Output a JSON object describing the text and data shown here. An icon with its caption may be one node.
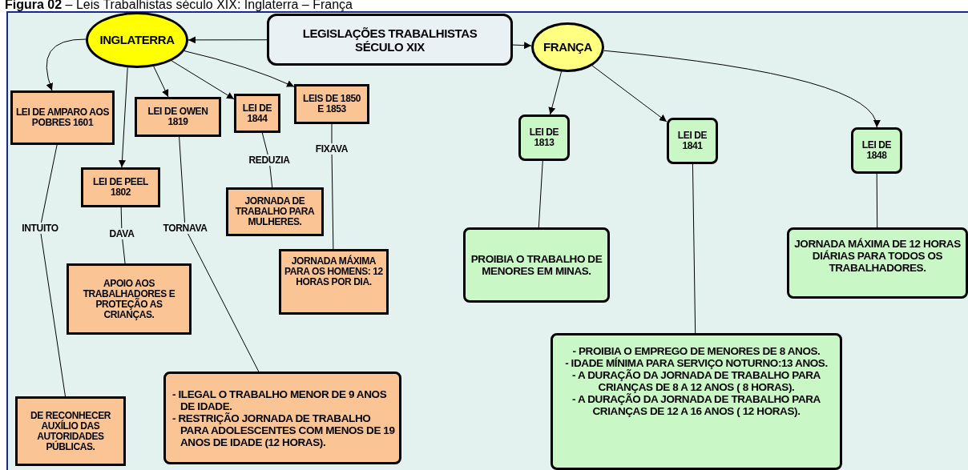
{
  "diagram": {
    "title": "**Figura 02** – Leis Trabalhistas século XIX: Inglaterra – França",
    "nodes": [
      {
        "text": [
          "LEGISLAÇÕES TRABALHISTAS SÉCULO XIX"
        ]
      },
      {
        "text": [
          "INGLATERRA"
        ]
      },
      {
        "text": [
          "FRANÇA"
        ]
      },
      {
        "text": [
          "LEI DE AMPARO AOS POBRES 1601"
        ]
      },
      {
        "text": [
          "LEI DE PEEL 1802"
        ]
      },
      {
        "text": [
          "LEI DE OWEN 1819"
        ]
      },
      {
        "text": [
          "LEI DE 1844"
        ]
      },
      {
        "text": [
          "LEIS DE 1850 E 1853"
        ]
      },
      {
        "text": [
          "JORNADA DE TRABALHO PARA MULHERES."
        ]
      },
      {
        "text": [
          "JORNADA MÁXIMA PARA OS HOMENS: 12 HORAS POR DIA."
        ]
      },
      {
        "text": [
          "APOIO AOS TRABALHADORES E PROTEÇÃO AS CRIANÇAS."
        ]
      },
      {
        "text": [
          "DE RECONHECER AUXÍLIO DAS AUTORIDADES PÚBLICAS."
        ]
      },
      {
        "text": [
          "- ILEGAL O TRABALHO MENOR DE 9 ANOS DE IDADE.",
          "- RESTRIÇÃO JORNADA DE TRABALHO PARA ADOLESCENTES COM MENOS DE 19 ANOS DE IDADE (12 HORAS)."
        ]
      },
      {
        "text": [
          "LEI DE 1813"
        ]
      },
      {
        "text": [
          "LEI DE 1841"
        ]
      },
      {
        "text": [
          "LEI DE 1848"
        ]
      },
      {
        "text": [
          "PROIBIA O TRABALHO DE MENORES EM MINAS."
        ]
      },
      {
        "text": [
          "- PROIBIA O EMPREGO DE MENORES DE 8 ANOS.",
          "- IDADE MÍNIMA PARA SERVIÇO NOTURNO:13 ANOS.",
          "- A DURAÇÃO DA JORNADA DE TRABALHO PARA CRIANÇAS DE 8 A 12 ANOS ( 8 HORAS).",
          "- A DURAÇÃO DA JORNADA DE TRABALHO PARA CRIANÇAS DE 12 A 16 ANOS ( 12 HORAS)."
        ]
      },
      {
        "text": [
          "JORNADA MÁXIMA DE 12 HORAS DIÁRIAS PARA TODOS OS TRABALHADORES."
        ]
      }
    ],
    "edges": [
      {
        "from": 0,
        "to": 1,
        "arrow": "to"
      },
      {
        "from": 0,
        "to": 2,
        "arrow": "to"
      },
      {
        "from": 1,
        "to": 3,
        "arrow": "to"
      },
      {
        "from": 1,
        "to": 4,
        "arrow": "to"
      },
      {
        "from": 1,
        "to": 5,
        "arrow": "to"
      },
      {
        "from": 1,
        "to": 6,
        "arrow": "to"
      },
      {
        "from": 1,
        "to": 7,
        "arrow": "to"
      },
      {
        "from": 2,
        "to": 13,
        "arrow": "to"
      },
      {
        "from": 2,
        "to": 14,
        "arrow": "to"
      },
      {
        "from": 2,
        "to": 15,
        "arrow": "to"
      },
      {
        "from": 3,
        "to": 11,
        "arrow": "none",
        "label": "INTUITO"
      },
      {
        "from": 4,
        "to": 10,
        "arrow": "none",
        "label": "DAVA"
      },
      {
        "from": 5,
        "to": 12,
        "arrow": "none",
        "label": "TORNAVA"
      },
      {
        "from": 6,
        "to": 8,
        "arrow": "none",
        "label": "REDUZIA"
      },
      {
        "from": 7,
        "to": 9,
        "arrow": "none",
        "label": "FIXAVA"
      },
      {
        "from": 13,
        "to": 16,
        "arrow": "none"
      },
      {
        "from": 14,
        "to": 17,
        "arrow": "none"
      },
      {
        "from": 15,
        "to": 18,
        "arrow": "none"
      }
    ]
  }
}
